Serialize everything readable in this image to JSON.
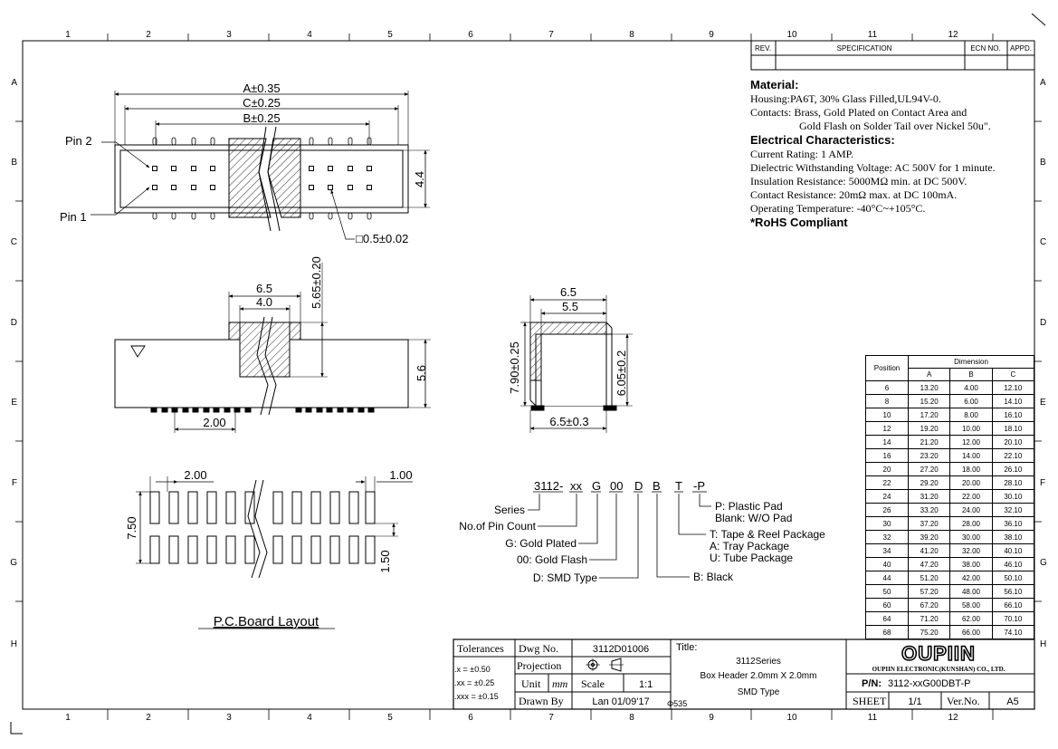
{
  "border": {
    "col_numbers": [
      "1",
      "2",
      "3",
      "4",
      "5",
      "6",
      "7",
      "8",
      "9",
      "10",
      "11",
      "12"
    ],
    "row_letters": [
      "A",
      "B",
      "C",
      "D",
      "E",
      "F",
      "G",
      "H"
    ]
  },
  "revision": {
    "headers": [
      "REV.",
      "SPECIFICATION",
      "ECN NO.",
      "APPD."
    ]
  },
  "specs": {
    "material_heading": "Material:",
    "housing": "Housing:PA6T, 30% Glass Filled,UL94V-0.",
    "contacts_1": "Contacts: Brass, Gold Plated on Contact Area and",
    "contacts_2": "Gold Flash on Solder Tail over Nickel 50u\".",
    "elec_heading": "Electrical Characteristics:",
    "current": "Current Rating: 1 AMP.",
    "dielectric": "Dielectric Withstanding Voltage: AC 500V for 1 minute.",
    "insulation": "Insulation Resistance: 5000MΩ min. at DC 500V.",
    "contact_res": "Contact Resistance: 20mΩ max. at DC 100mA.",
    "temp": "Operating Temperature: -40°C~+105°C.",
    "rohs": "*RoHS Compliant"
  },
  "top_view": {
    "dim_a": "A±0.35",
    "dim_c": "C±0.25",
    "dim_b": "B±0.25",
    "dim_h": "4.4",
    "pin2": "Pin 2",
    "pin1": "Pin 1",
    "square": "□0.5±0.02"
  },
  "side_view": {
    "w1": "6.5",
    "w2": "4.0",
    "ht": "5.65±0.20",
    "h2": "5.6",
    "pitch": "2.00"
  },
  "end_view": {
    "w1": "6.5",
    "w2": "5.5",
    "h1": "7.90±0.25",
    "h2": "6.05±0.2",
    "w3": "6.5±0.3"
  },
  "pcb": {
    "pitch": "2.00",
    "pad_w": "1.00",
    "row_h": "7.50",
    "pad_h": "1.50",
    "caption": "P.C.Board Layout"
  },
  "part_code": {
    "seg1": "3112-",
    "seg2": "xx",
    "seg3": "G",
    "seg4": "00",
    "seg5": "D",
    "seg6": "B",
    "seg7": "T",
    "seg8": "-P",
    "series": "Series",
    "pin_count": "No.of Pin Count",
    "gold_plated": "G: Gold Plated",
    "gold_flash": "00: Gold Flash",
    "smd": "D: SMD Type",
    "black": "B: Black",
    "plastic_pad": "P: Plastic Pad",
    "blank_pad": "Blank: W/O Pad",
    "tape": "T: Tape & Reel Package",
    "tray": "A: Tray Package",
    "tube": "U: Tube Package"
  },
  "dimension_table": {
    "position_label": "Position",
    "dimension_label": "Dimension",
    "cols": [
      "A",
      "B",
      "C"
    ],
    "rows": [
      [
        "6",
        "13.20",
        "4.00",
        "12.10"
      ],
      [
        "8",
        "15.20",
        "6.00",
        "14.10"
      ],
      [
        "10",
        "17.20",
        "8.00",
        "16.10"
      ],
      [
        "12",
        "19.20",
        "10.00",
        "18.10"
      ],
      [
        "14",
        "21.20",
        "12.00",
        "20.10"
      ],
      [
        "16",
        "23.20",
        "14.00",
        "22.10"
      ],
      [
        "20",
        "27.20",
        "18.00",
        "26.10"
      ],
      [
        "22",
        "29.20",
        "20.00",
        "28.10"
      ],
      [
        "24",
        "31.20",
        "22.00",
        "30.10"
      ],
      [
        "26",
        "33.20",
        "24.00",
        "32.10"
      ],
      [
        "30",
        "37.20",
        "28.00",
        "36.10"
      ],
      [
        "32",
        "39.20",
        "30.00",
        "38.10"
      ],
      [
        "34",
        "41.20",
        "32.00",
        "40.10"
      ],
      [
        "40",
        "47.20",
        "38.00",
        "46.10"
      ],
      [
        "44",
        "51.20",
        "42.00",
        "50.10"
      ],
      [
        "50",
        "57.20",
        "48.00",
        "56.10"
      ],
      [
        "60",
        "67.20",
        "58.00",
        "66.10"
      ],
      [
        "64",
        "71.20",
        "62.00",
        "70.10"
      ],
      [
        "68",
        "75.20",
        "66.00",
        "74.10"
      ]
    ]
  },
  "title_block": {
    "tolerances": "Tolerances",
    "tol_x": ".x = ±0.50",
    "tol_xx": ".xx = ±0.25",
    "tol_xxx": ".xxx = ±0.15",
    "dwg_no_label": "Dwg No.",
    "dwg_no": "3112D01006",
    "projection": "Projection",
    "unit_label": "Unit",
    "unit": "mm",
    "scale_label": "Scale",
    "scale": "1:1",
    "drawn_by": "Drawn By",
    "date": "Lan 01/09'17",
    "title_label": "Title:",
    "title_1": "3112Series",
    "title_2": "Box Header 2.0mm X 2.0mm",
    "title_3": "SMD Type",
    "form_no": "Φ535",
    "logo": "OUPIIN",
    "company": "OUPIIN ELECTRONIC(KUNSHAN) CO., LTD.",
    "pn_label": "P/N:",
    "pn": "3112-xxG00DBT-P",
    "sheet_label": "SHEET",
    "sheet": "1/1",
    "ver_label": "Ver.No.",
    "ver": "A5"
  }
}
